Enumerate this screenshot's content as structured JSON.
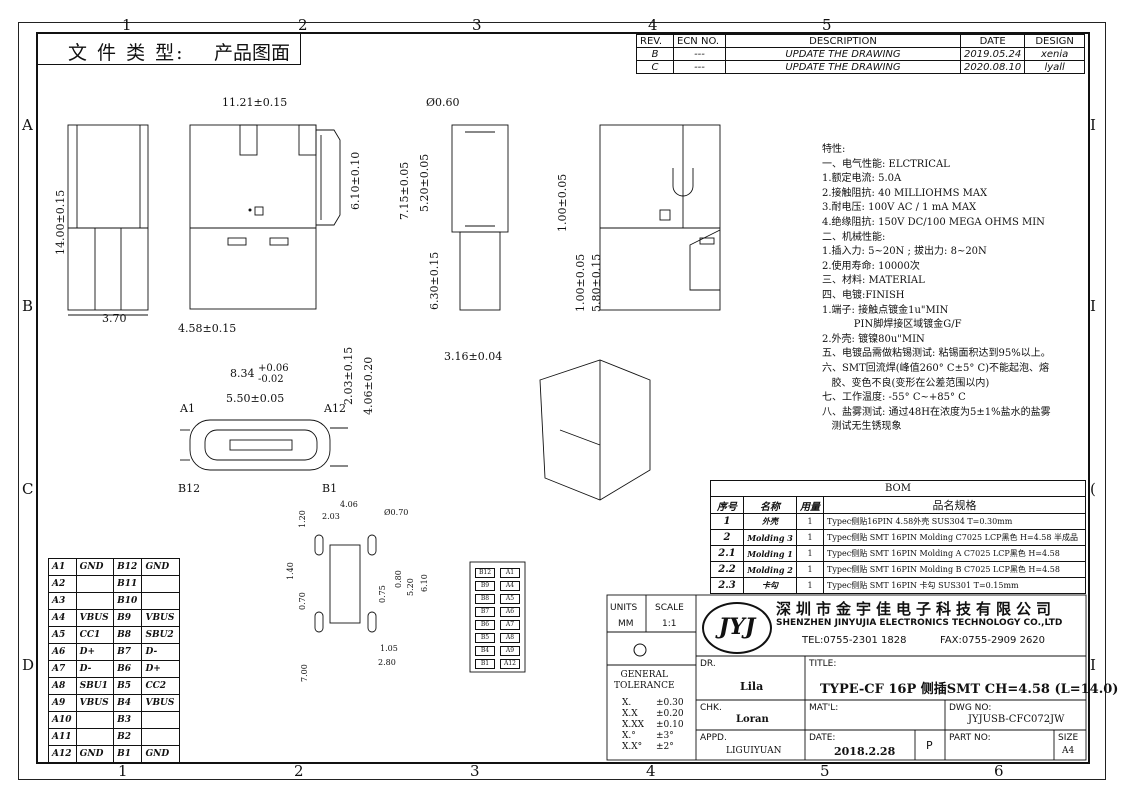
{
  "header": {
    "type_label": "文 件 类 型:",
    "type_value": "产品图面"
  },
  "zones": {
    "top": [
      "1",
      "2",
      "3",
      "4",
      "5"
    ],
    "bottom": [
      "1",
      "2",
      "3",
      "4",
      "5",
      "6"
    ],
    "left": [
      "A",
      "B",
      "C",
      "D"
    ],
    "right": [
      "I",
      "I",
      "(",
      "I"
    ]
  },
  "revision": {
    "headers": [
      "REV.",
      "ECN NO.",
      "DESCRIPTION",
      "DATE",
      "DESIGN"
    ],
    "rows": [
      [
        "B",
        "---",
        "UPDATE THE DRAWING",
        "2019.05.24",
        "xenia"
      ],
      [
        "C",
        "---",
        "UPDATE THE DRAWING",
        "2020.08.10",
        "lyall"
      ]
    ]
  },
  "specs": [
    "特性:",
    "一、电气性能: ELCTRICAL",
    "  1.额定电流: 5.0A",
    "  2.接触阻抗: 40 MILLIOHMS MAX",
    "  3.耐电压: 100V AC / 1 mA MAX",
    "  4.绝缘阻抗: 150V DC/100 MEGA OHMS MIN",
    "二、机械性能:",
    "  1.插入力: 5~20N ; 拔出力: 8~20N",
    "  2.使用寿命: 10000次",
    "三、材料: MATERIAL",
    "四、电镀:FINISH",
    "  1.端子: 接触点镀金1u\"MIN",
    "          PIN脚焊接区域镀金G/F",
    "  2.外壳: 镀镍80u\"MIN",
    "五、电镀品需做粘锡测试: 粘锡面积达到95%以上。",
    "六、SMT回流焊(峰值260° C±5° C)不能起泡、熔",
    "   胶、变色不良(变形在公差范围以内)",
    "七、工作温度: -55° C~+85° C",
    "八、盐雾测试: 通过48H在浓度为5±1%盐水的盐雾",
    "   测试无生锈现象"
  ],
  "bom": {
    "title": "BOM",
    "headers": [
      "序号",
      "名称",
      "用量",
      "品名规格"
    ],
    "rows": [
      [
        "1",
        "外壳",
        "1",
        "Typec侧贴16PIN 4.58外壳 SUS304 T=0.30mm"
      ],
      [
        "2",
        "Molding 3",
        "1",
        "Typec侧贴 SMT 16PIN Molding C7025 LCP黑色  H=4.58 半成品"
      ],
      [
        "2.1",
        "Molding 1",
        "1",
        "Typec侧贴 SMT 16PIN Molding A C7025 LCP黑色  H=4.58"
      ],
      [
        "2.2",
        "Molding 2",
        "1",
        "Typec侧贴 SMT 16PIN Molding B C7025 LCP黑色  H=4.58"
      ],
      [
        "2.3",
        "卡勾",
        "1",
        "Typec侧贴 SMT 16PIN 卡勾 SUS301 T=0.15mm"
      ]
    ]
  },
  "pins": [
    [
      "A1",
      "GND",
      "B12",
      "GND"
    ],
    [
      "A2",
      "",
      "B11",
      ""
    ],
    [
      "A3",
      "",
      "B10",
      ""
    ],
    [
      "A4",
      "VBUS",
      "B9",
      "VBUS"
    ],
    [
      "A5",
      "CC1",
      "B8",
      "SBU2"
    ],
    [
      "A6",
      "D+",
      "B7",
      "D-"
    ],
    [
      "A7",
      "D-",
      "B6",
      "D+"
    ],
    [
      "A8",
      "SBU1",
      "B5",
      "CC2"
    ],
    [
      "A9",
      "VBUS",
      "B4",
      "VBUS"
    ],
    [
      "A10",
      "",
      "B3",
      ""
    ],
    [
      "A11",
      "",
      "B2",
      ""
    ],
    [
      "A12",
      "GND",
      "B1",
      "GND"
    ]
  ],
  "footprint_pins": [
    [
      "B12",
      "A1"
    ],
    [
      "B9",
      "A4"
    ],
    [
      "B8",
      "A5"
    ],
    [
      "B7",
      "A6"
    ],
    [
      "B6",
      "A7"
    ],
    [
      "B5",
      "A8"
    ],
    [
      "B4",
      "A9"
    ],
    [
      "B1",
      "A12"
    ]
  ],
  "title_block": {
    "units_label": "UNITS",
    "units_value": "MM",
    "scale_label": "SCALE",
    "scale_value": "1:1",
    "company_cn": "深圳市金宇佳电子科技有限公司",
    "company_en": "SHENZHEN JINYUJIA ELECTRONICS TECHNOLOGY CO.,LTD",
    "tel": "TEL:0755-2301 1828",
    "fax": "FAX:0755-2909 2620",
    "logo_text": "JYJ",
    "tol_title": "GENERAL\nTOLERANCE",
    "tolerances": [
      [
        "X.",
        "±0.30"
      ],
      [
        "X.X",
        "±0.20"
      ],
      [
        "X.XX",
        "±0.10"
      ],
      [
        "X.°",
        "±3°"
      ],
      [
        "X.X°",
        "±2°"
      ]
    ],
    "dr_label": "DR.",
    "dr_value": "Lila",
    "chk_label": "CHK.",
    "chk_value": "Loran",
    "appd_label": "APPD.",
    "appd_value": "LIGUIYUAN",
    "title_label": "TITLE:",
    "title_value": "TYPE-CF 16P 侧插SMT CH=4.58 (L=14.0)",
    "matl_label": "MAT'L:",
    "dwg_label": "DWG NO:",
    "dwg_value": "JYJUSB-CFC072JW",
    "date_label": "DATE:",
    "date_value": "2018.2.28",
    "p_label": "P",
    "part_label": "PART NO:",
    "size_label": "SIZE",
    "size_value": "A4"
  },
  "dims": {
    "d1": "11.21±0.15",
    "d2": "14.00±0.15",
    "d3": "3.70",
    "d4": "4.58±0.15",
    "d5": "6.10±0.10",
    "d6": "Ø0.60",
    "d7": "7.15±0.05",
    "d8": "5.20±0.05",
    "d9": "6.30±0.15",
    "d10": "3.16±0.04",
    "d11": "1.00±0.05",
    "d12": "1.00±0.05",
    "d13": "5.80±0.15",
    "d14": "8.34",
    "d14a": "+0.06",
    "d14b": "-0.02",
    "d15": "5.50±0.05",
    "d16": "2.03±0.15",
    "d17": "4.06±0.20",
    "a1": "A1",
    "a12": "A12",
    "b12": "B12",
    "b1": "B1",
    "f1": "4.06",
    "f2": "2.03",
    "f3": "Ø0.70",
    "f4": "1.20",
    "f5": "1.40",
    "f6": "0.70",
    "f7": "0.75",
    "f8": "0.80",
    "f9": "5.20",
    "f10": "6.10",
    "f11": "1.05",
    "f12": "2.80",
    "f13": "7.00"
  }
}
